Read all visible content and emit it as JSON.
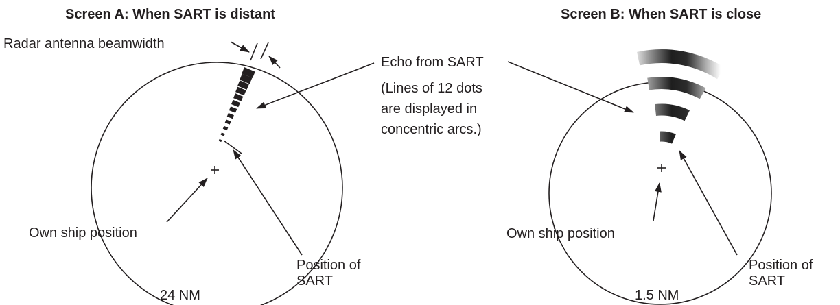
{
  "screen_a": {
    "title": "Screen A: When SART is distant",
    "beamwidth_label": "Radar antenna beamwidth",
    "own_ship_label": "Own ship position",
    "sart_position_label": [
      "Position of",
      "SART"
    ],
    "range_label": "24 NM",
    "echo_dot_count": 12
  },
  "screen_b": {
    "title": "Screen B: When SART is close",
    "own_ship_label": "Own ship position",
    "sart_position_label": [
      "Position of",
      "SART"
    ],
    "range_label": "1.5 NM",
    "arc_count": 4
  },
  "echo": {
    "label": "Echo from SART",
    "note": [
      "(Lines of 12 dots",
      "are displayed in",
      "concentric arcs.)"
    ]
  },
  "colors": {
    "ink": "#231f20",
    "background": "#ffffff"
  }
}
